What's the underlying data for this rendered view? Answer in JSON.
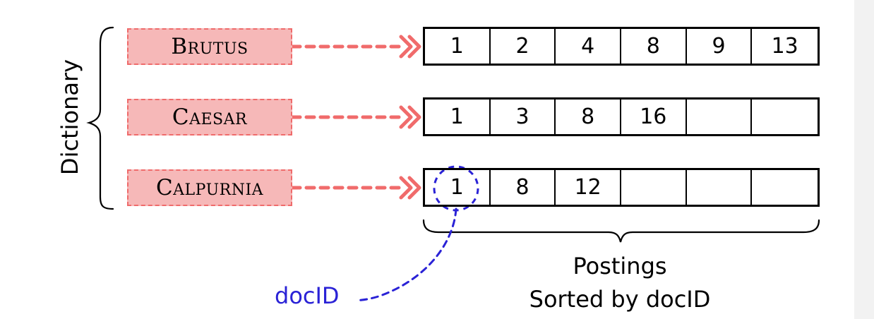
{
  "diagram": {
    "side_label": "Dictionary",
    "terms": [
      {
        "label": "Brutus"
      },
      {
        "label": "Caesar"
      },
      {
        "label": "Calpurnia"
      }
    ],
    "postings": [
      {
        "cells": [
          "1",
          "2",
          "4",
          "8",
          "9",
          "13"
        ]
      },
      {
        "cells": [
          "1",
          "3",
          "8",
          "16",
          "",
          ""
        ]
      },
      {
        "cells": [
          "1",
          "8",
          "12",
          "",
          "",
          ""
        ]
      }
    ],
    "footer": {
      "title": "Postings",
      "subtitle": "Sorted by docID"
    },
    "annotation": {
      "label": "docID"
    },
    "colors": {
      "term_fill": "#f6b8b8",
      "term_border": "#ef6b6b",
      "arrow": "#f06b6b",
      "annotation": "#2a22d6",
      "line": "#000000"
    }
  }
}
